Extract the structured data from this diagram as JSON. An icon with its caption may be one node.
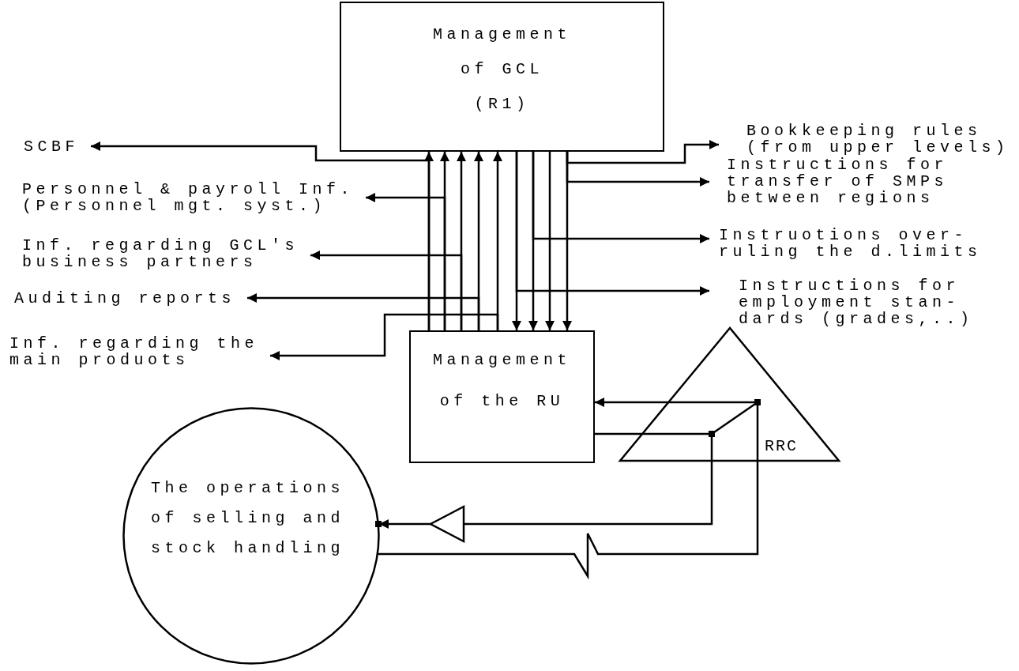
{
  "diagram": {
    "nodes": [
      {
        "text": [
          "Management of GCL",
          "(R1)"
        ]
      },
      {
        "text": [
          "Management of the RU"
        ]
      },
      {
        "text": [
          "SCBF"
        ]
      },
      {
        "text": [
          "Personnel & payroll Inf. (Personnel mgt. syst.)"
        ]
      },
      {
        "text": [
          "Inf. regarding GCL's business partners"
        ]
      },
      {
        "text": [
          "Auditing reports"
        ]
      },
      {
        "text": [
          "Inf. regarding the main produots"
        ]
      },
      {
        "text": [
          "Bookkeeping rules (from upper levels)"
        ]
      },
      {
        "text": [
          "Instructions for transfer of SMPs between regions"
        ]
      },
      {
        "text": [
          "Instruotions over- ruling the d.limits"
        ]
      },
      {
        "text": [
          "Instructions for employment stan- dards (grades,..)"
        ]
      },
      {
        "text": [
          "RRC"
        ]
      },
      {
        "text": [
          "The operations of selling and stock handling"
        ]
      }
    ],
    "edges": [
      {
        "from": 1,
        "to": 0,
        "arrow": "to"
      },
      {
        "from": 1,
        "to": 0,
        "arrow": "to"
      },
      {
        "from": 1,
        "to": 0,
        "arrow": "to"
      },
      {
        "from": 1,
        "to": 0,
        "arrow": "to"
      },
      {
        "from": 1,
        "to": 0,
        "arrow": "to"
      },
      {
        "from": 0,
        "to": 1,
        "arrow": "to"
      },
      {
        "from": 0,
        "to": 1,
        "arrow": "to"
      },
      {
        "from": 0,
        "to": 1,
        "arrow": "to"
      },
      {
        "from": 0,
        "to": 1,
        "arrow": "to"
      },
      {
        "from": 1,
        "to": 2,
        "arrow": "to"
      },
      {
        "from": 1,
        "to": 3,
        "arrow": "to"
      },
      {
        "from": 1,
        "to": 4,
        "arrow": "to"
      },
      {
        "from": 1,
        "to": 5,
        "arrow": "to"
      },
      {
        "from": 1,
        "to": 6,
        "arrow": "to"
      },
      {
        "from": 0,
        "to": 7,
        "arrow": "to"
      },
      {
        "from": 0,
        "to": 8,
        "arrow": "to"
      },
      {
        "from": 0,
        "to": 9,
        "arrow": "to"
      },
      {
        "from": 0,
        "to": 10,
        "arrow": "to"
      },
      {
        "from": 11,
        "to": 1,
        "arrow": "to"
      },
      {
        "from": 1,
        "to": 11,
        "arrow": "none"
      },
      {
        "from": 11,
        "to": 12,
        "arrow": "to"
      },
      {
        "from": 12,
        "to": 11,
        "arrow": "none"
      }
    ]
  }
}
